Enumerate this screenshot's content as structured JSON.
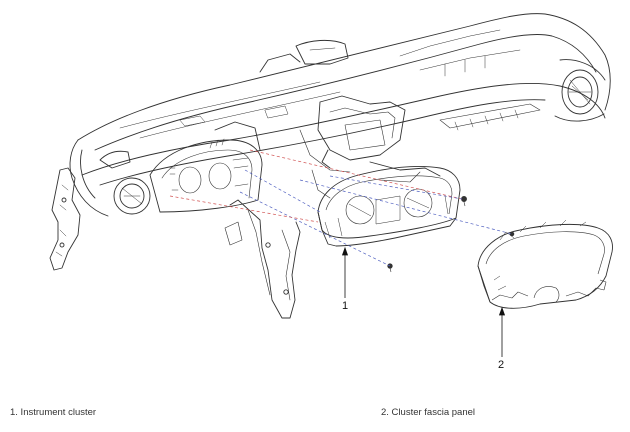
{
  "callouts": [
    {
      "number": "1",
      "part": "Instrument cluster"
    },
    {
      "number": "2",
      "part": "Cluster fascia panel"
    }
  ],
  "legend": [
    "1. Instrument cluster",
    "2. Cluster fascia panel"
  ],
  "colors": {
    "line": "#333333",
    "guide_red": "#d05050",
    "guide_blue": "#5060c0"
  }
}
